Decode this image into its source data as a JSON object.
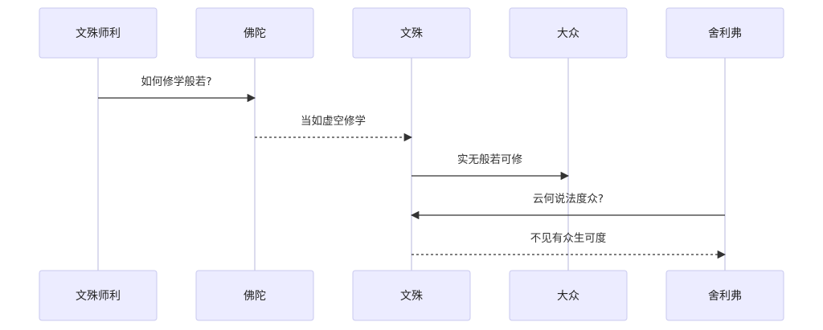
{
  "actors": [
    {
      "id": "manjushri",
      "label": "文殊师利"
    },
    {
      "id": "buddha",
      "label": "佛陀"
    },
    {
      "id": "wenshu",
      "label": "文殊"
    },
    {
      "id": "assembly",
      "label": "大众"
    },
    {
      "id": "shariputra",
      "label": "舍利弗"
    }
  ],
  "messages": [
    {
      "from": 0,
      "to": 1,
      "label": "如何修学般若?",
      "style": "solid"
    },
    {
      "from": 1,
      "to": 2,
      "label": "当如虚空修学",
      "style": "dashed"
    },
    {
      "from": 2,
      "to": 3,
      "label": "实无般若可修",
      "style": "solid"
    },
    {
      "from": 4,
      "to": 2,
      "label": "云何说法度众?",
      "style": "solid"
    },
    {
      "from": 2,
      "to": 4,
      "label": "不见有众生可度",
      "style": "dashed"
    }
  ],
  "colors": {
    "actor_fill": "#ececff",
    "actor_stroke": "#c9c9ef",
    "lifeline": "#cfcfe8",
    "arrow": "#333333"
  }
}
